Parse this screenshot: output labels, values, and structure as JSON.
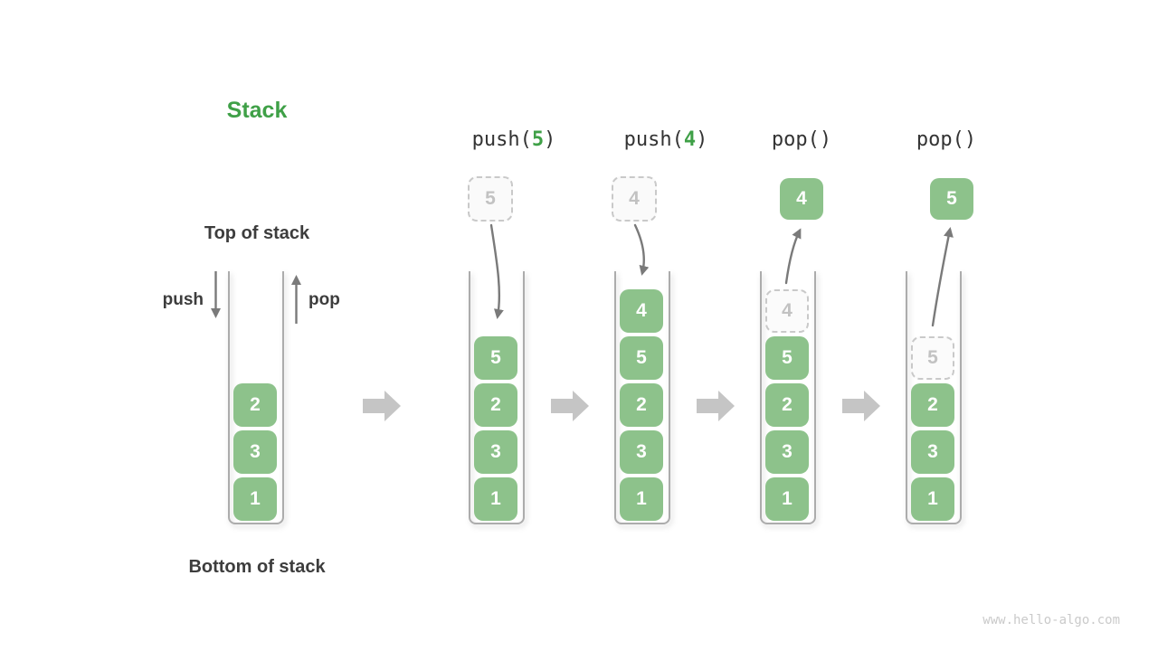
{
  "title": "Stack",
  "labels": {
    "top_of_stack": "Top of stack",
    "bottom_of_stack": "Bottom of stack",
    "push_arrow": "push",
    "pop_arrow": "pop"
  },
  "operations": [
    {
      "name": "push-5",
      "pre": "push(",
      "arg": "5",
      "post": ")"
    },
    {
      "name": "push-4",
      "pre": "push(",
      "arg": "4",
      "post": ")"
    },
    {
      "name": "pop-first",
      "pre": "pop()",
      "arg": "",
      "post": ""
    },
    {
      "name": "pop-second",
      "pre": "pop()",
      "arg": "",
      "post": ""
    }
  ],
  "stacks": [
    {
      "state": "initial",
      "slots": [
        {
          "value": "2"
        },
        {
          "value": "3"
        },
        {
          "value": "1"
        }
      ]
    },
    {
      "state": "after-push-5",
      "floating": {
        "value": "5",
        "style": "dashed-incoming"
      },
      "slots": [
        {
          "value": "5"
        },
        {
          "value": "2"
        },
        {
          "value": "3"
        },
        {
          "value": "1"
        }
      ]
    },
    {
      "state": "after-push-4",
      "floating": {
        "value": "4",
        "style": "dashed-incoming"
      },
      "slots": [
        {
          "value": "4"
        },
        {
          "value": "5"
        },
        {
          "value": "2"
        },
        {
          "value": "3"
        },
        {
          "value": "1"
        }
      ]
    },
    {
      "state": "after-pop-4",
      "floating": {
        "value": "4",
        "style": "popped-out"
      },
      "slots": [
        {
          "value": "4",
          "style": "dashed-removed"
        },
        {
          "value": "5"
        },
        {
          "value": "2"
        },
        {
          "value": "3"
        },
        {
          "value": "1"
        }
      ]
    },
    {
      "state": "after-pop-5",
      "floating": {
        "value": "5",
        "style": "popped-out"
      },
      "slots": [
        {
          "value": "5",
          "style": "dashed-removed"
        },
        {
          "value": "2"
        },
        {
          "value": "3"
        },
        {
          "value": "1"
        }
      ]
    }
  ],
  "colors": {
    "item_green": "#8DC28B",
    "accent_green": "#3FA047",
    "label_dark": "#3D3D3D",
    "arrow_gray": "#7A7A7A",
    "block_arrow_gray": "#C5C5C5",
    "vessel_border": "#ACACAC",
    "dashed_gray": "#C9C9C9"
  },
  "watermark": "www.hello-algo.com"
}
